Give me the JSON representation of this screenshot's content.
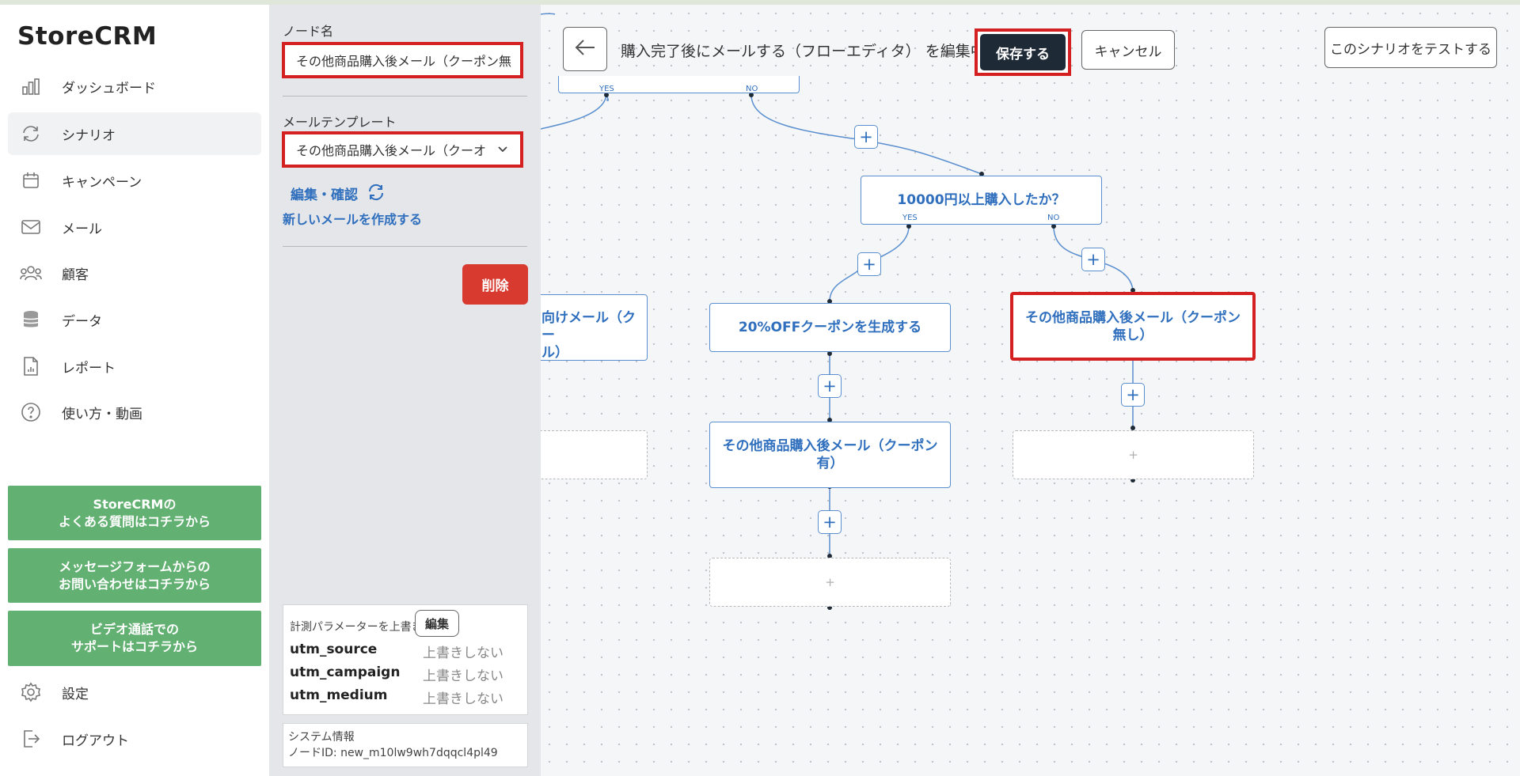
{
  "app": {
    "logo": "StoreCRM"
  },
  "sidebar": {
    "items": [
      {
        "label": "ダッシュボード",
        "icon": "bar-chart-icon"
      },
      {
        "label": "シナリオ",
        "icon": "refresh-icon",
        "active": true
      },
      {
        "label": "キャンペーン",
        "icon": "calendar-icon"
      },
      {
        "label": "メール",
        "icon": "mail-icon"
      },
      {
        "label": "顧客",
        "icon": "users-icon"
      },
      {
        "label": "データ",
        "icon": "database-icon"
      },
      {
        "label": "レポート",
        "icon": "report-icon"
      },
      {
        "label": "使い方・動画",
        "icon": "help-icon"
      }
    ],
    "help_buttons": [
      {
        "line1": "StoreCRMの",
        "line2": "よくある質問はコチラから"
      },
      {
        "line1": "メッセージフォームからの",
        "line2": "お問い合わせはコチラから"
      },
      {
        "line1": "ビデオ通話での",
        "line2": "サポートはコチラから"
      }
    ],
    "settings_label": "設定",
    "logout_label": "ログアウト",
    "accent_color": "#62b072"
  },
  "panel": {
    "node_name_label": "ノード名",
    "node_name_value": "その他商品購入後メール（クーポン無",
    "template_label": "メールテンプレート",
    "template_value": "その他商品購入後メール（クーオ",
    "edit_link": "編集・確認",
    "new_mail_link": "新しいメールを作成する",
    "delete_label": "削除",
    "utm": {
      "title": "計測パラメーターを上書き",
      "edit_label": "編集",
      "rows": [
        {
          "key": "utm_source",
          "value": "上書きしない"
        },
        {
          "key": "utm_campaign",
          "value": "上書きしない"
        },
        {
          "key": "utm_medium",
          "value": "上書きしない"
        }
      ]
    },
    "system": {
      "title": "システム情報",
      "node_id": "ノードID: new_m10lw9wh7dqqcl4pl49"
    }
  },
  "header": {
    "title": "購入完了後にメールする（フローエディタ） を編集中",
    "save_label": "保存する",
    "cancel_label": "キャンセル",
    "test_label": "このシナリオをテストする"
  },
  "flow": {
    "yes": "YES",
    "no": "NO",
    "plus": "+",
    "condition_node": "10000円以上購入したか？",
    "partial_left_node_l1": "向けメール（クー",
    "partial_left_node_l2": "ル）",
    "coupon_node": "20%OFFクーポンを生成する",
    "mail_with_coupon_l1": "その他商品購入後メール（クーポン",
    "mail_with_coupon_l2": "有）",
    "mail_no_coupon_l1": "その他商品購入後メール（クーポン",
    "mail_no_coupon_l2": "無し）",
    "empty_plus": "+"
  }
}
